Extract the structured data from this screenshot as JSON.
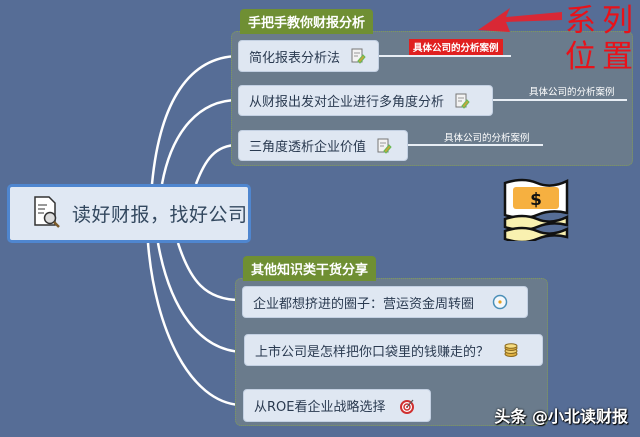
{
  "central": {
    "title": "读好财报，找好公司",
    "icon": "document-magnifier-icon"
  },
  "groups": [
    {
      "tag": "手把手教你财报分析",
      "topics": [
        {
          "label": "简化报表分析法",
          "icon": "note-edit-icon",
          "sub": "具体公司的分析案例",
          "sub_highlight": true
        },
        {
          "label": "从财报出发对企业进行多角度分析",
          "icon": "note-edit-icon",
          "sub": "具体公司的分析案例",
          "sub_highlight": false
        },
        {
          "label": "三角度透析企业价值",
          "icon": "note-edit-icon",
          "sub": "具体公司的分析案例",
          "sub_highlight": false
        }
      ]
    },
    {
      "tag": "其他知识类干货分享",
      "topics": [
        {
          "label": "企业都想挤进的圈子：营运资金周转圈",
          "icon": "clock-icon"
        },
        {
          "label": "上市公司是怎样把你口袋里的钱赚走的？",
          "icon": "coins-icon"
        },
        {
          "label": "从ROE看企业战略选择",
          "icon": "target-icon"
        }
      ]
    }
  ],
  "annotation": {
    "line1": "系列",
    "line2": "位置",
    "color": "#e8121a"
  },
  "decoration": {
    "icon": "money-bill-icon"
  },
  "watermark": "头条 @小北读财报",
  "colors": {
    "background": "#566d96",
    "group_tag": "#6f8f33",
    "central_border": "#4f86cf",
    "highlight_red": "#e02020"
  }
}
